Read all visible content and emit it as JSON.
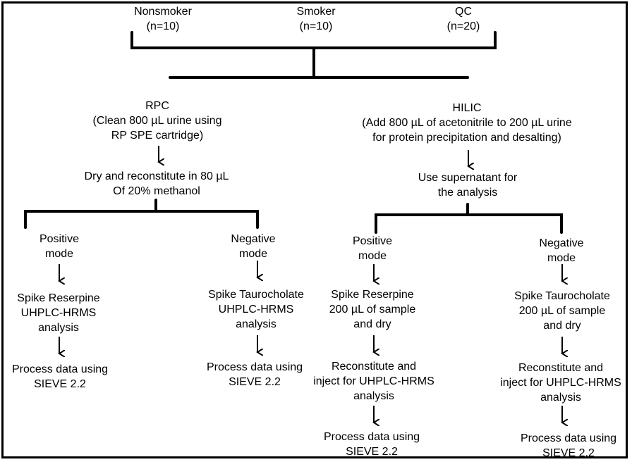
{
  "groups": [
    {
      "name": "Nonsmoker",
      "n": "(n=10)"
    },
    {
      "name": "Smoker",
      "n": "(n=10)"
    },
    {
      "name": "QC",
      "n": "(n=20)"
    }
  ],
  "rpc": {
    "title": "RPC",
    "line1": "(Clean 800 µL urine using",
    "line2": "RP SPE cartridge)",
    "dry1": "Dry and reconstitute in 80 µL",
    "dry2": "Of 20% methanol",
    "positive": {
      "mode1": "Positive",
      "mode2": "mode",
      "spike1": "Spike Reserpine",
      "spike2": "UHPLC-HRMS",
      "spike3": "analysis",
      "proc1": "Process data using",
      "proc2": "SIEVE 2.2"
    },
    "negative": {
      "mode1": "Negative",
      "mode2": "mode",
      "spike1": "Spike Taurocholate",
      "spike2": "UHPLC-HRMS",
      "spike3": "analysis",
      "proc1": "Process data using",
      "proc2": "SIEVE 2.2"
    }
  },
  "hilic": {
    "title": "HILIC",
    "line1": "(Add 800 µL of acetonitrile to 200 µL urine",
    "line2": "for protein precipitation and desalting)",
    "sup1": "Use supernatant for",
    "sup2": "the analysis",
    "positive": {
      "mode1": "Positive",
      "mode2": "mode",
      "spike1": "Spike Reserpine",
      "spike2": "200 µL of sample",
      "spike3": "and dry",
      "recon1": "Reconstitute  and",
      "recon2": "inject for UHPLC-HRMS",
      "recon3": "analysis",
      "proc1": "Process data using",
      "proc2": "SIEVE 2.2"
    },
    "negative": {
      "mode1": "Negative",
      "mode2": "mode",
      "spike1": "Spike Taurocholate",
      "spike2": "200 µL of sample",
      "spike3": "and dry",
      "recon1": "Reconstitute  and",
      "recon2": "inject for UHPLC-HRMS",
      "recon3": "analysis",
      "proc1": "Process data using",
      "proc2": "SIEVE 2.2"
    }
  }
}
